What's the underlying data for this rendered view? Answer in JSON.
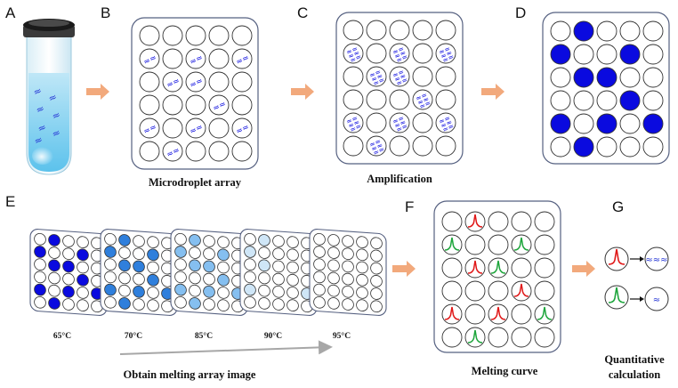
{
  "panel_labels": [
    "A",
    "B",
    "C",
    "D",
    "E",
    "F",
    "G"
  ],
  "captions": {
    "b": "Microdroplet array",
    "c": "Amplification",
    "e": "Obtain melting array image",
    "f": "Melting curve",
    "g_line1": "Quantitative",
    "g_line2": "calculation"
  },
  "temperatures": [
    "65°C",
    "70°C",
    "85°C",
    "90°C",
    "95°C"
  ],
  "dna_glyph": "≈",
  "colors": {
    "positive": "#0a0adf",
    "arrow": "#f2a97c",
    "panel_border": "#556080",
    "curve_red": "#e01818",
    "curve_green": "#1da53b",
    "shade_70": "#2f7fdc",
    "shade_85": "#85bff0",
    "shade_90": "#cfe6f7",
    "timeline_arrow": "#a7a7a7"
  },
  "grids": {
    "b": [
      [
        0,
        0,
        0,
        0,
        0
      ],
      [
        1,
        0,
        1,
        0,
        1
      ],
      [
        0,
        1,
        1,
        0,
        0
      ],
      [
        0,
        0,
        0,
        1,
        0
      ],
      [
        1,
        0,
        1,
        0,
        1
      ],
      [
        0,
        1,
        0,
        0,
        0
      ]
    ],
    "c": [
      [
        0,
        0,
        0,
        0,
        0
      ],
      [
        1,
        0,
        1,
        0,
        1
      ],
      [
        0,
        1,
        1,
        0,
        0
      ],
      [
        0,
        0,
        0,
        1,
        0
      ],
      [
        1,
        0,
        1,
        0,
        1
      ],
      [
        0,
        1,
        0,
        0,
        0
      ]
    ],
    "d": [
      [
        0,
        1,
        0,
        0,
        0
      ],
      [
        1,
        0,
        0,
        1,
        0
      ],
      [
        0,
        1,
        1,
        0,
        0
      ],
      [
        0,
        0,
        0,
        1,
        0
      ],
      [
        1,
        0,
        1,
        0,
        1
      ],
      [
        0,
        1,
        0,
        0,
        0
      ]
    ],
    "f": [
      [
        0,
        "r",
        0,
        0,
        0
      ],
      [
        "g",
        0,
        0,
        "g",
        0
      ],
      [
        0,
        "r",
        "g",
        0,
        0
      ],
      [
        0,
        0,
        0,
        "r",
        0
      ],
      [
        "r",
        0,
        "r",
        0,
        "g"
      ],
      [
        0,
        "g",
        0,
        0,
        0
      ]
    ],
    "e_65": [
      [
        0,
        1,
        0,
        0,
        0
      ],
      [
        1,
        0,
        0,
        1,
        0
      ],
      [
        0,
        1,
        1,
        0,
        0
      ],
      [
        0,
        0,
        0,
        1,
        0
      ],
      [
        1,
        0,
        1,
        0,
        1
      ],
      [
        0,
        1,
        0,
        0,
        0
      ]
    ],
    "e_70": [
      [
        0,
        1,
        0,
        0,
        0
      ],
      [
        1,
        0,
        0,
        1,
        0
      ],
      [
        0,
        1,
        1,
        0,
        0
      ],
      [
        0,
        0,
        0,
        1,
        0
      ],
      [
        1,
        0,
        1,
        0,
        1
      ],
      [
        0,
        1,
        0,
        0,
        0
      ]
    ],
    "e_85": [
      [
        0,
        1,
        0,
        0,
        0
      ],
      [
        1,
        0,
        0,
        1,
        0
      ],
      [
        0,
        1,
        1,
        0,
        0
      ],
      [
        0,
        0,
        0,
        1,
        0
      ],
      [
        1,
        0,
        1,
        0,
        1
      ],
      [
        0,
        1,
        0,
        0,
        0
      ]
    ],
    "e_90": [
      [
        0,
        1,
        0,
        0,
        0
      ],
      [
        1,
        0,
        0,
        0,
        0
      ],
      [
        0,
        1,
        0,
        0,
        0
      ],
      [
        0,
        0,
        0,
        0,
        0
      ],
      [
        1,
        0,
        0,
        0,
        1
      ],
      [
        0,
        0,
        0,
        0,
        0
      ]
    ],
    "e_95": [
      [
        0,
        0,
        0,
        0,
        0
      ],
      [
        0,
        0,
        0,
        0,
        0
      ],
      [
        0,
        0,
        0,
        0,
        0
      ],
      [
        0,
        0,
        0,
        0,
        0
      ],
      [
        0,
        0,
        0,
        0,
        0
      ],
      [
        0,
        0,
        0,
        0,
        0
      ]
    ]
  }
}
